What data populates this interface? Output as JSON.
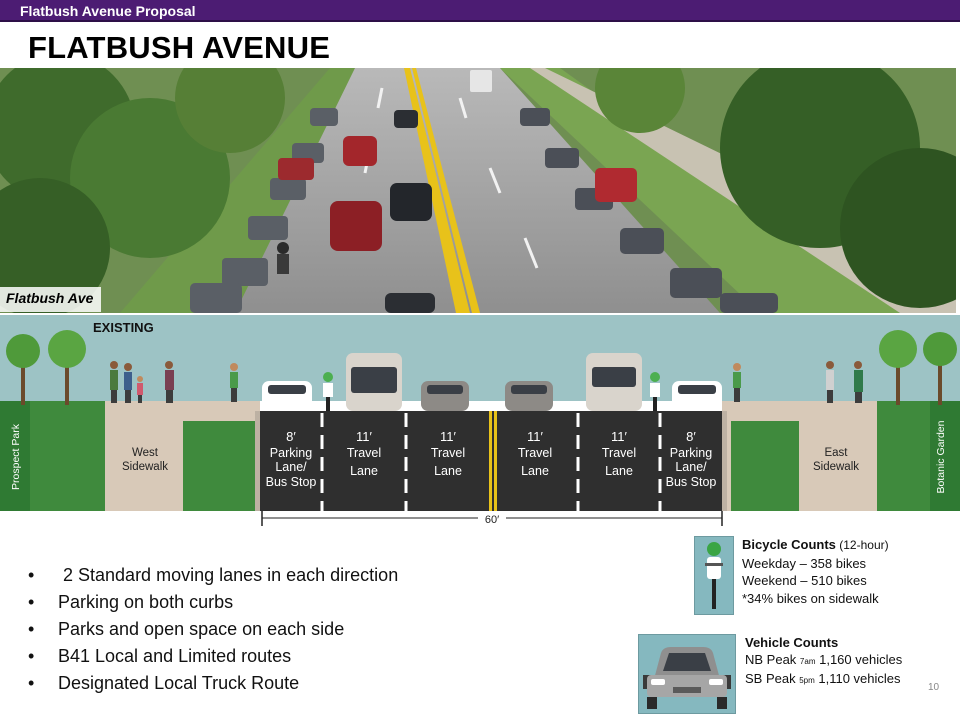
{
  "header": {
    "label": "Flatbush Avenue Proposal",
    "title": "FLATBUSH AVENUE"
  },
  "photo": {
    "caption": "Flatbush Ave"
  },
  "cross_section": {
    "tag": "EXISTING",
    "left_park": "Prospect Park",
    "right_park": "Botanic Garden",
    "west_sidewalk": [
      "West",
      "Sidewalk"
    ],
    "east_sidewalk": [
      "East",
      "Sidewalk"
    ],
    "lanes": [
      {
        "width": "8′",
        "line1": "Parking",
        "line2": "Lane/",
        "line3": "Bus Stop"
      },
      {
        "width": "11′",
        "line1": "Travel",
        "line2": "Lane",
        "line3": ""
      },
      {
        "width": "11′",
        "line1": "Travel",
        "line2": "Lane",
        "line3": ""
      },
      {
        "width": "11′",
        "line1": "Travel",
        "line2": "Lane",
        "line3": ""
      },
      {
        "width": "11′",
        "line1": "Travel",
        "line2": "Lane",
        "line3": ""
      },
      {
        "width": "8′",
        "line1": "Parking",
        "line2": "Lane/",
        "line3": "Bus Stop"
      }
    ],
    "total_width": "60′"
  },
  "bullets": [
    {
      "marker": "•",
      "text": " 2 Standard moving lanes in each direction"
    },
    {
      "marker": "•",
      "text": "Parking on both curbs"
    },
    {
      "marker": "•",
      "text": "Parks and open space on each side"
    },
    {
      "marker": "•",
      "text": "B41 Local and Limited routes"
    },
    {
      "marker": "•",
      "text": "Designated Local Truck Route"
    }
  ],
  "bicycle_counts": {
    "title": "Bicycle Counts",
    "period": " (12-hour)",
    "weekday": "Weekday – 358 bikes",
    "weekend": "Weekend – 510 bikes",
    "sidewalk": "*34% bikes on sidewalk"
  },
  "vehicle_counts": {
    "title": "Vehicle Counts",
    "nb_label": "NB Peak ",
    "nb_time": "7am",
    "nb_value": " 1,160 vehicles",
    "sb_label": "SB Peak ",
    "sb_time": "5pm",
    "sb_value": " 1,110 vehicles"
  },
  "page_number": "10",
  "colors": {
    "header_bar": "#4c1c73",
    "sky": "#9dc3c5",
    "grass": "#3f8a3d",
    "sidewalk": "#d8c9b8",
    "asphalt": "#2f2f2f",
    "center_line": "#e8c21a"
  }
}
